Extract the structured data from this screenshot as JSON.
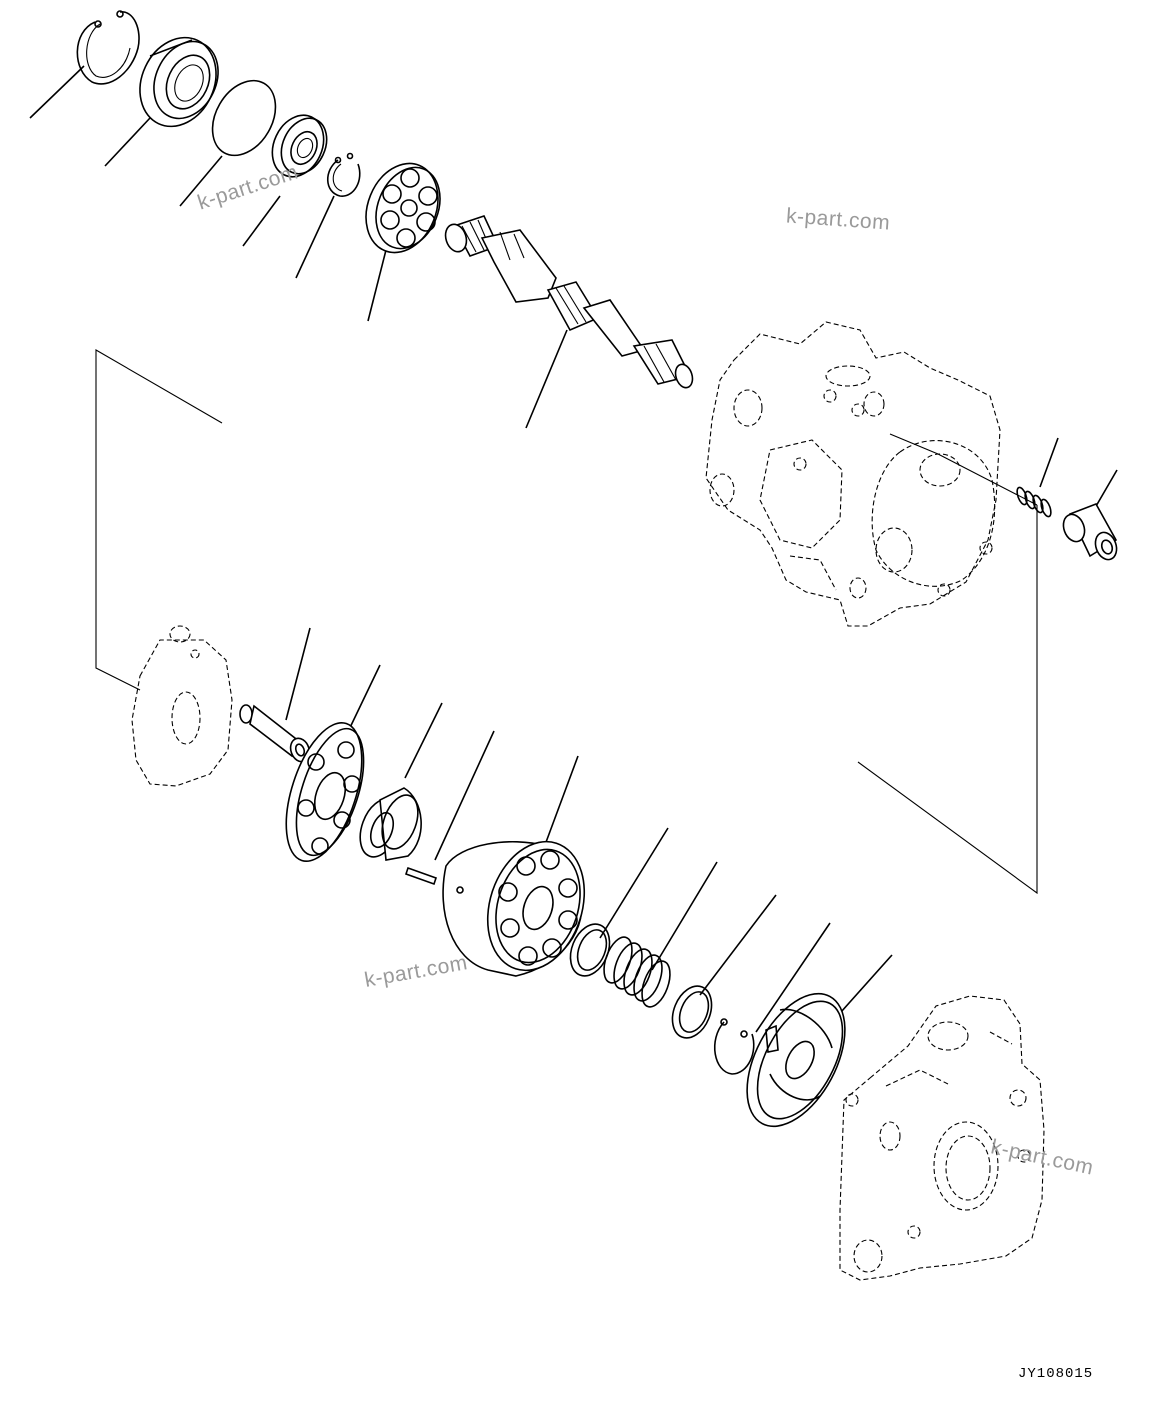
{
  "watermarks": [
    "k-part.com",
    "k-part.com",
    "k-part.com",
    "k-part.com"
  ],
  "drawing_code": "JY108015"
}
